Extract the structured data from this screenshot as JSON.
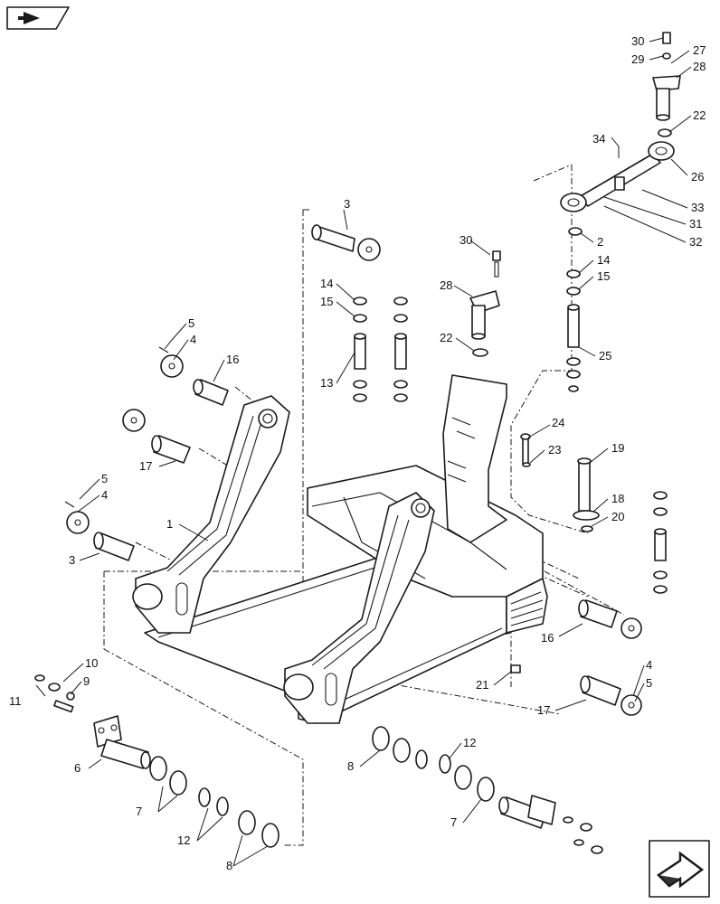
{
  "icons": {
    "top_left": "back-arrow-icon",
    "bottom_right": "next-page-arrow-icon"
  },
  "callouts": [
    {
      "id": "c30a",
      "text": "30"
    },
    {
      "id": "c29",
      "text": "29"
    },
    {
      "id": "c27",
      "text": "27"
    },
    {
      "id": "c28a",
      "text": "28"
    },
    {
      "id": "c22a",
      "text": "22"
    },
    {
      "id": "c34",
      "text": "34"
    },
    {
      "id": "c26",
      "text": "26"
    },
    {
      "id": "c33",
      "text": "33"
    },
    {
      "id": "c31",
      "text": "31"
    },
    {
      "id": "c32",
      "text": "32"
    },
    {
      "id": "c2",
      "text": "2"
    },
    {
      "id": "c3a",
      "text": "3"
    },
    {
      "id": "c30b",
      "text": "30"
    },
    {
      "id": "c28b",
      "text": "28"
    },
    {
      "id": "c22b",
      "text": "22"
    },
    {
      "id": "c14a",
      "text": "14"
    },
    {
      "id": "c15a",
      "text": "15"
    },
    {
      "id": "c13",
      "text": "13"
    },
    {
      "id": "c14b",
      "text": "14"
    },
    {
      "id": "c15b",
      "text": "15"
    },
    {
      "id": "c25",
      "text": "25"
    },
    {
      "id": "c5a",
      "text": "5"
    },
    {
      "id": "c4a",
      "text": "4"
    },
    {
      "id": "c16a",
      "text": "16"
    },
    {
      "id": "c17a",
      "text": "17"
    },
    {
      "id": "c24",
      "text": "24"
    },
    {
      "id": "c23",
      "text": "23"
    },
    {
      "id": "c19",
      "text": "19"
    },
    {
      "id": "c18",
      "text": "18"
    },
    {
      "id": "c20",
      "text": "20"
    },
    {
      "id": "c5b",
      "text": "5"
    },
    {
      "id": "c4b",
      "text": "4"
    },
    {
      "id": "c1",
      "text": "1"
    },
    {
      "id": "c3b",
      "text": "3"
    },
    {
      "id": "c16b",
      "text": "16"
    },
    {
      "id": "c21",
      "text": "21"
    },
    {
      "id": "c4c",
      "text": "4"
    },
    {
      "id": "c5c",
      "text": "5"
    },
    {
      "id": "c17b",
      "text": "17"
    },
    {
      "id": "c10",
      "text": "10"
    },
    {
      "id": "c9",
      "text": "9"
    },
    {
      "id": "c11",
      "text": "11"
    },
    {
      "id": "c6",
      "text": "6"
    },
    {
      "id": "c7a",
      "text": "7"
    },
    {
      "id": "c12a",
      "text": "12"
    },
    {
      "id": "c8a",
      "text": "8"
    },
    {
      "id": "c8b",
      "text": "8"
    },
    {
      "id": "c12b",
      "text": "12"
    },
    {
      "id": "c7b",
      "text": "7"
    }
  ]
}
